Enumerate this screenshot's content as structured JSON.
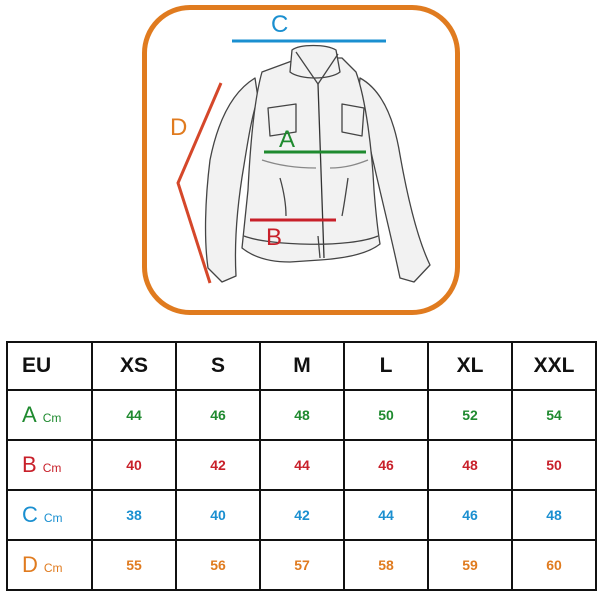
{
  "figure": {
    "labels": {
      "A": "A",
      "B": "B",
      "C": "C",
      "D": "D"
    },
    "colors": {
      "frame": "#e07b1f",
      "A": "#1f8a2f",
      "B": "#c8202a",
      "C": "#1a8fd0",
      "D": "#e07b1f"
    },
    "image": "jacket-sketch"
  },
  "table": {
    "header_label": "EU",
    "sizes": [
      "XS",
      "S",
      "M",
      "L",
      "XL",
      "XXL"
    ],
    "rows": [
      {
        "letter": "A",
        "unit": "Cm",
        "color": "#1f8a2f",
        "values": [
          "44",
          "46",
          "48",
          "50",
          "52",
          "54"
        ]
      },
      {
        "letter": "B",
        "unit": "Cm",
        "color": "#c8202a",
        "values": [
          "40",
          "42",
          "44",
          "46",
          "48",
          "50"
        ]
      },
      {
        "letter": "C",
        "unit": "Cm",
        "color": "#1a8fd0",
        "values": [
          "38",
          "40",
          "42",
          "44",
          "46",
          "48"
        ]
      },
      {
        "letter": "D",
        "unit": "Cm",
        "color": "#e07b1f",
        "values": [
          "55",
          "56",
          "57",
          "58",
          "59",
          "60"
        ]
      }
    ]
  }
}
